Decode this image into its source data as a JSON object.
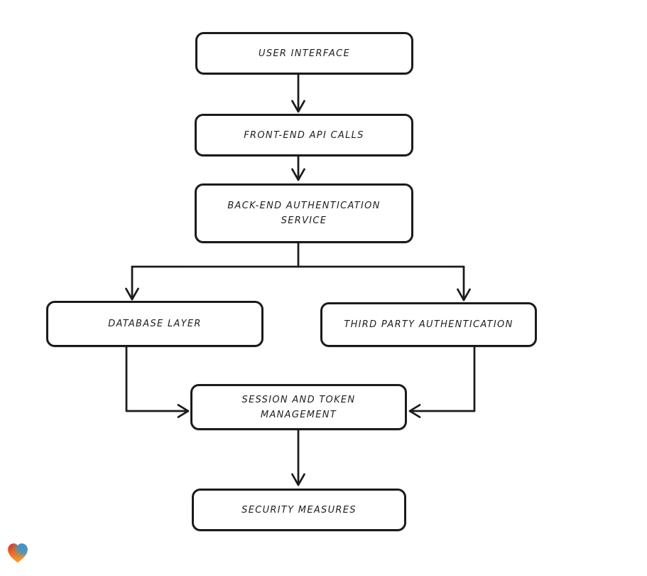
{
  "page": {
    "background_color": "#ffffff"
  },
  "diagram": {
    "type": "flowchart",
    "style": {
      "stroke_color": "#1b1b1b",
      "node_fill": "#ffffff",
      "text_color": "#1e1e1e",
      "node_shape": "rounded-rectangle",
      "look": "hand-drawn"
    },
    "nodes": {
      "user_interface": {
        "label": "USER INTERFACE"
      },
      "front_end_api_calls": {
        "label": "FRONT-END API CALLS"
      },
      "back_end_auth_service": {
        "label": "BACK-END AUTHENTICATION SERVICE"
      },
      "database_layer": {
        "label": "DATABASE LAYER"
      },
      "third_party_auth": {
        "label": "THIRD PARTY AUTHENTICATION"
      },
      "session_token_management": {
        "label": "SESSION AND TOKEN MANAGEMENT"
      },
      "security_measures": {
        "label": "SECURITY MEASURES"
      }
    },
    "edges": [
      {
        "from": "user_interface",
        "to": "front_end_api_calls"
      },
      {
        "from": "front_end_api_calls",
        "to": "back_end_auth_service"
      },
      {
        "from": "back_end_auth_service",
        "to": "database_layer"
      },
      {
        "from": "back_end_auth_service",
        "to": "third_party_auth"
      },
      {
        "from": "database_layer",
        "to": "session_token_management"
      },
      {
        "from": "third_party_auth",
        "to": "session_token_management"
      },
      {
        "from": "session_token_management",
        "to": "security_measures"
      }
    ],
    "logo": {
      "name": "gradient-heart-logo",
      "colors": [
        "#e32528",
        "#2f9cd8",
        "#5cae6a",
        "#f69a2d"
      ]
    }
  }
}
